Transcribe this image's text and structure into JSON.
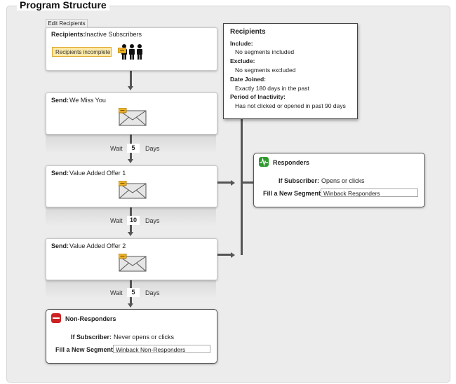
{
  "page": {
    "title": "Program Structure"
  },
  "recipients_card": {
    "tab_label": "Edit Recipients",
    "label": "Recipients:",
    "value": "Inactive Subscribers",
    "badge": "Recipients incomplete"
  },
  "recipients_popup": {
    "title": "Recipients",
    "include_label": "Include:",
    "include_value": "No segments included",
    "exclude_label": "Exclude:",
    "exclude_value": "No segments excluded",
    "date_label": "Date Joined:",
    "date_value": "Exactly 180 days in the past",
    "period_label": "Period of Inactivity:",
    "period_value": "Has not clicked or opened in past 90 days"
  },
  "sends": [
    {
      "label": "Send:",
      "name": "We Miss You"
    },
    {
      "label": "Send:",
      "name": "Value Added Offer 1"
    },
    {
      "label": "Send:",
      "name": "Value Added Offer 2"
    }
  ],
  "waits": [
    {
      "prefix": "Wait",
      "value": "5",
      "unit": "Days"
    },
    {
      "prefix": "Wait",
      "value": "10",
      "unit": "Days"
    },
    {
      "prefix": "Wait",
      "value": "5",
      "unit": "Days"
    }
  ],
  "responders": {
    "title": "Responders",
    "if_label": "If Subscriber:",
    "if_value": "Opens or clicks",
    "fill_label": "Fill a New Segment:",
    "fill_value": "Winback Responders",
    "icon_color": "#2f9a2f"
  },
  "non_responders": {
    "title": "Non-Responders",
    "if_label": "If Subscriber:",
    "if_value": "Never opens or clicks",
    "fill_label": "Fill a New Segment:",
    "fill_value": "Winback Non-Responders",
    "icon_color": "#cc2222"
  }
}
